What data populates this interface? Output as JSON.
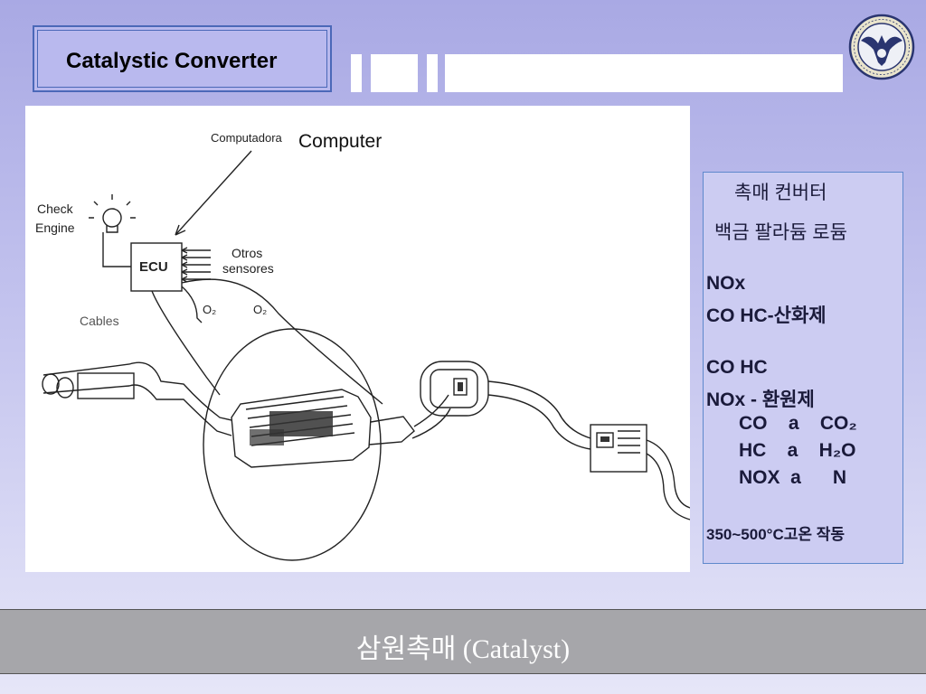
{
  "header": {
    "title": "Catalystic Converter"
  },
  "diagram": {
    "computadora": "Computadora",
    "computer": "Computer",
    "check": "Check",
    "engine": "Engine",
    "ecu": "ECU",
    "otros": "Otros",
    "sensores": "sensores",
    "o2_left": "O₂",
    "o2_right": "O₂",
    "cables": "Cables"
  },
  "panel": {
    "line1": "촉매 컨버터",
    "line2": "백금 팔라듐 로듐",
    "line3": "NOx",
    "line4": "CO HC-산화제",
    "line5": "CO HC",
    "line6": "NOx - 환원제",
    "line7": "CO    a    CO₂",
    "line8": "HC    a    H₂O",
    "line9": "NOX  a      N",
    "line10": "350~500°C고온 작동"
  },
  "footer": {
    "caption": "삼원촉매 (Catalyst)"
  },
  "colors": {
    "accent": "#4b68b8",
    "background": "#b8b8ec",
    "footer": "#a6a6aa"
  }
}
